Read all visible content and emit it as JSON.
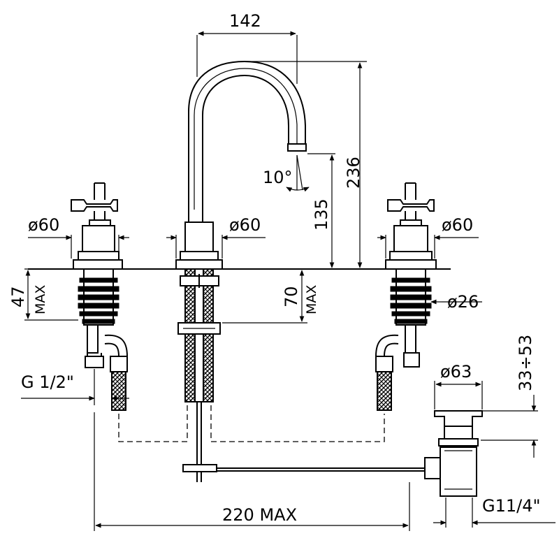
{
  "labels": {
    "width_spout": "142",
    "spout_angle": "10°",
    "height_total": "236",
    "height_outlet": "135",
    "dia_left": "ø60",
    "dia_center": "ø60",
    "dia_right": "ø60",
    "max_thickness_left_value": "47",
    "max_thickness_left_suffix": "MAX",
    "max_thickness_center_value": "70",
    "max_thickness_center_suffix": "MAX",
    "dia_shank": "ø26",
    "waste_range": "33÷53",
    "dia_waste": "ø63",
    "thread_inlet": "G 1/2\"",
    "thread_waste": "G11/4\"",
    "spread_max": "220 MAX"
  }
}
